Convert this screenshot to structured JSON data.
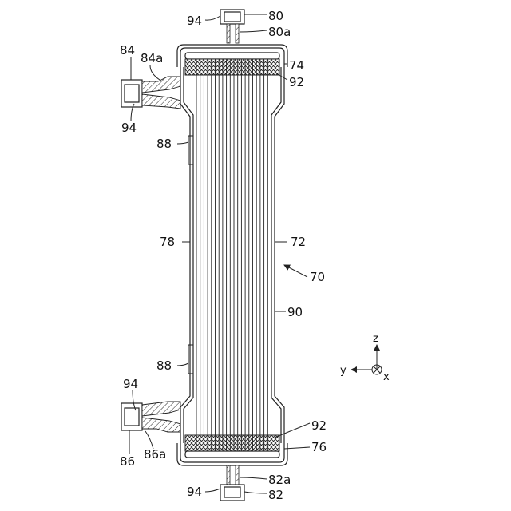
{
  "labels": {
    "l80": "80",
    "l80a": "80a",
    "l94_top": "94",
    "l84": "84",
    "l84a": "84a",
    "l74": "74",
    "l92_top": "92",
    "l94_left_top": "94",
    "l88_top": "88",
    "l78": "78",
    "l72": "72",
    "l70": "70",
    "l90": "90",
    "l88_bottom": "88",
    "l94_left_bottom": "94",
    "l92_bottom": "92",
    "l86": "86",
    "l86a": "86a",
    "l76": "76",
    "l94_bottom": "94",
    "l82a": "82a",
    "l82": "82"
  },
  "axes": {
    "z": "z",
    "y": "y",
    "x": "x"
  }
}
